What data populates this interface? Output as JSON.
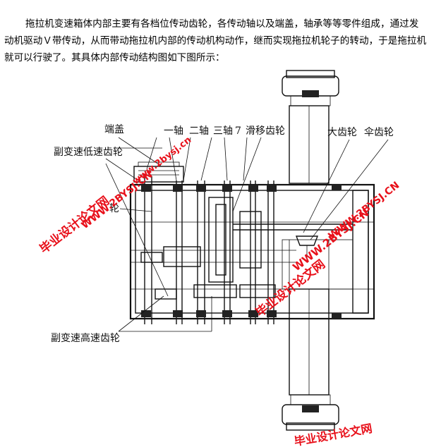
{
  "intro_text": "拖拉机变速箱体内部主要有各档位传动齿轮，各传动轴以及端盖，轴承等等零件组成，通过发动机驱动Ｖ带传动，从而带动拖拉机内部的传动机构动作，继而实现拖拉机轮子的转动，于是拖拉机就可以行驶了。其具体内部传动结构图如下图所示：",
  "labels": {
    "end_cover": "端盖",
    "aux_low_gear": "副变速低速齿轮",
    "shaft_1": "一轴",
    "shaft_2": "二轴",
    "shaft_3": "三轴",
    "shaft_3_num": "7",
    "sliding_gear": "滑移齿轮",
    "large_gear": "大齿轮",
    "bevel_gear": "伞齿轮",
    "gear_partial": "轮",
    "aux_high_gear": "副变速高速齿轮"
  },
  "watermarks": {
    "cn": "毕业设计论文网",
    "url_upper": "WWW.2BYSJ.CN",
    "url_lower": "www.2bysj.cn"
  }
}
